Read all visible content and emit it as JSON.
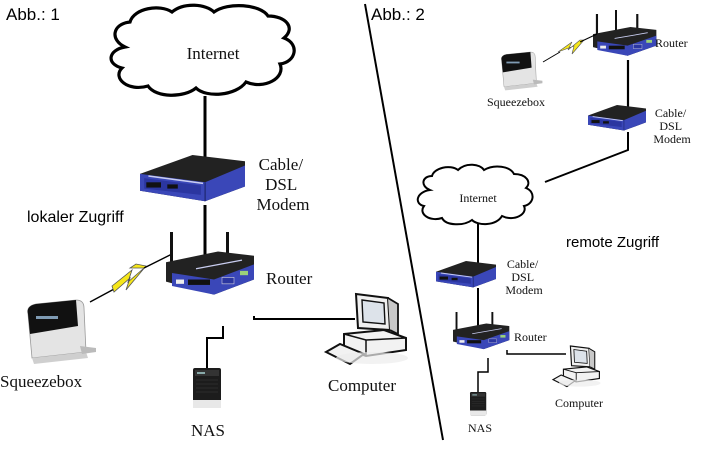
{
  "figures": [
    {
      "id": "abb1",
      "caption": "Abb.: 1",
      "scenario_label": "lokaler Zugriff",
      "nodes": {
        "internet": "Internet",
        "modem": [
          "Cable/",
          "DSL",
          "Modem"
        ],
        "router": "Router",
        "squeezebox": "Squeezebox",
        "computer": "Computer",
        "nas": "NAS"
      }
    },
    {
      "id": "abb2",
      "caption": "Abb.: 2",
      "scenario_label": "remote Zugriff",
      "nodes": {
        "router_top": "Router",
        "squeezebox": "Squeezebox",
        "modem_top": [
          "Cable/",
          "DSL",
          "Modem"
        ],
        "internet": "Internet",
        "modem_bottom": [
          "Cable/",
          "DSL",
          "Modem"
        ],
        "router_bottom": "Router",
        "computer": "Computer",
        "nas": "NAS"
      }
    }
  ],
  "colors": {
    "device_blue": "#3a47b8",
    "device_black": "#1a1a1a",
    "wireless_bolt": "#f5e61a",
    "line": "#000000"
  }
}
